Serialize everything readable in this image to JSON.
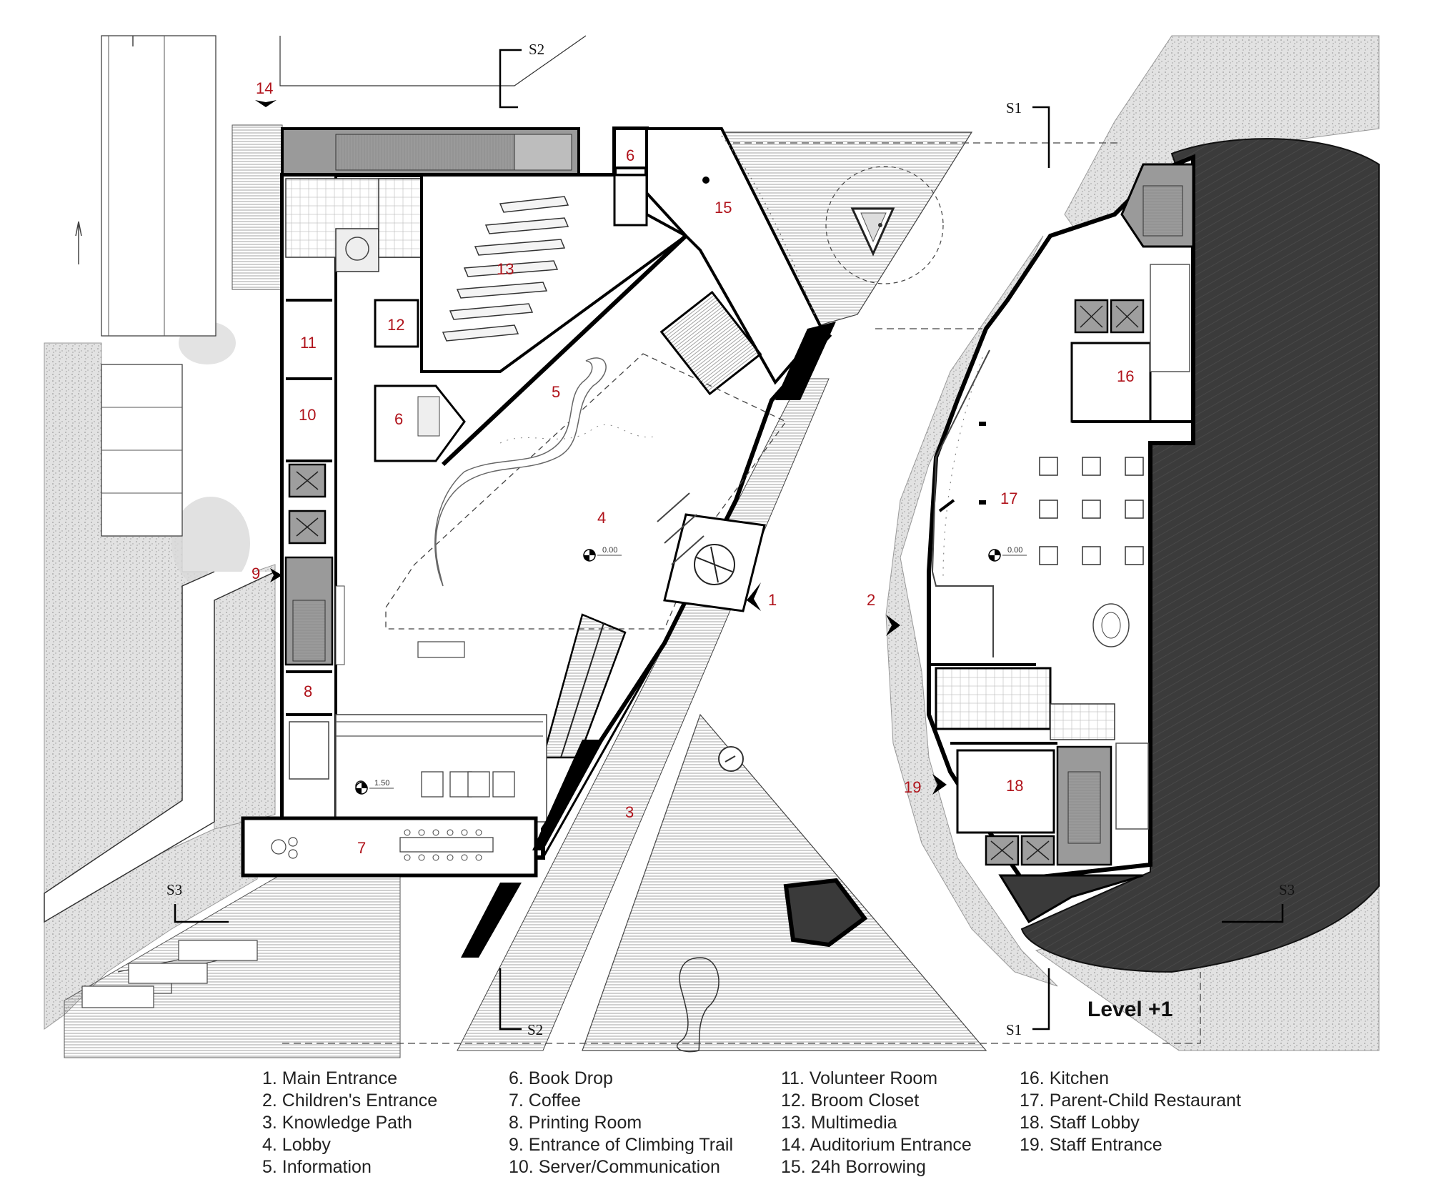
{
  "level_label": "Level +1",
  "section_labels": {
    "s1": "S1",
    "s2": "S2",
    "s3": "S3"
  },
  "elevations": {
    "lobby": "0.00",
    "restaurant": "0.00",
    "coffee": "1.50"
  },
  "room_numbers": {
    "r1": "1",
    "r2": "2",
    "r3": "3",
    "r4": "4",
    "r5": "5",
    "r6a": "6",
    "r6b": "6",
    "r7": "7",
    "r8": "8",
    "r9": "9",
    "r10": "10",
    "r11": "11",
    "r12": "12",
    "r13": "13",
    "r14": "14",
    "r15": "15",
    "r16": "16",
    "r17": "17",
    "r18": "18",
    "r19": "19"
  },
  "legend": {
    "col1": [
      "1. Main Entrance",
      "2. Children's Entrance",
      "3. Knowledge Path",
      "4. Lobby",
      "5. Information"
    ],
    "col2": [
      "6. Book Drop",
      "7. Coffee",
      "8. Printing Room",
      "9. Entrance of Climbing Trail",
      "10. Server/Communication"
    ],
    "col3": [
      "11. Volunteer Room",
      "12. Broom Closet",
      "13. Multimedia",
      "14. Auditorium Entrance",
      "15. 24h Borrowing"
    ],
    "col4": [
      "16. Kitchen",
      "17. Parent-Child Restaurant",
      "18. Staff Lobby",
      "19. Staff Entrance"
    ]
  },
  "colors": {
    "room_number": "#b0131b",
    "wall": "#000000",
    "dark_fill": "#3a3a3a",
    "core_fill": "#9a9a9a"
  }
}
